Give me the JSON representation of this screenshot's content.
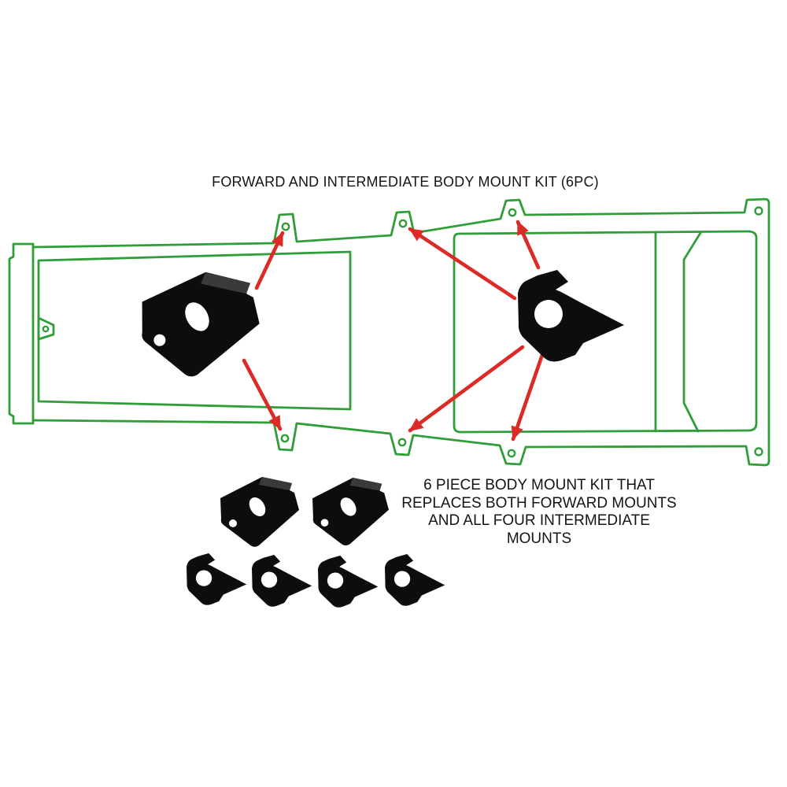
{
  "title": "FORWARD AND INTERMEDIATE BODY MOUNT KIT (6PC)",
  "caption": {
    "lines": [
      "6 PIECE BODY MOUNT KIT THAT",
      "REPLACES BOTH FORWARD MOUNTS",
      "AND ALL FOUR INTERMEDIATE",
      "MOUNTS"
    ]
  },
  "colors": {
    "frame-green": "#2f9e38",
    "arrow-red": "#dc2a26",
    "bracket-black": "#0d0d0d",
    "background": "#ffffff"
  },
  "diagram": {
    "kit_piece_count": 6,
    "forward_mount_count": 2,
    "intermediate_mount_count": 4,
    "arrow_count": 6,
    "top_mount_holes": 3,
    "bottom_mount_holes": 3
  }
}
